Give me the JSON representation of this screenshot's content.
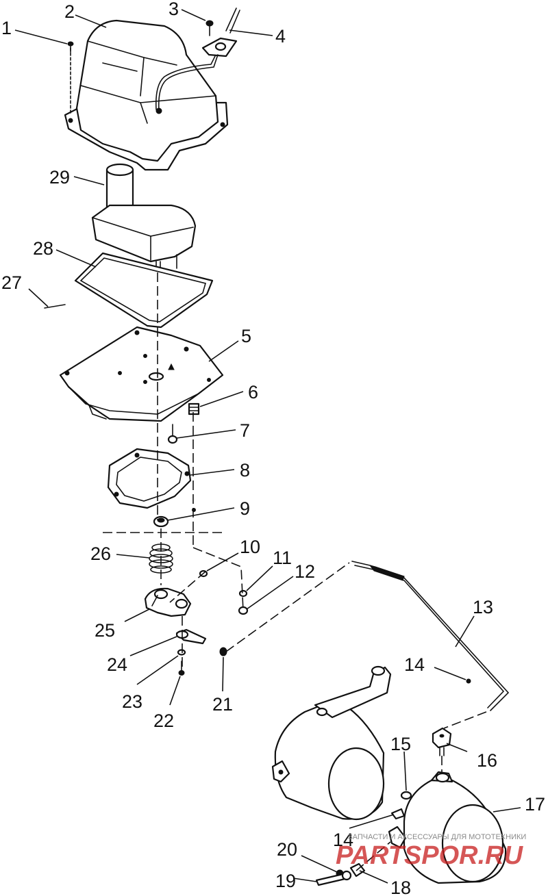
{
  "callouts": {
    "c1": "1",
    "c2": "2",
    "c3": "3",
    "c4": "4",
    "c5": "5",
    "c6": "6",
    "c7": "7",
    "c8": "8",
    "c9": "9",
    "c10": "10",
    "c11": "11",
    "c12": "12",
    "c13": "13",
    "c14a": "14",
    "c14b": "14",
    "c15": "15",
    "c16": "16",
    "c17": "17",
    "c18": "18",
    "c19": "19",
    "c20": "20",
    "c21": "21",
    "c22": "22",
    "c23": "23",
    "c24": "24",
    "c25": "25",
    "c26": "26",
    "c27": "27",
    "c28": "28",
    "c29": "29"
  },
  "watermark": {
    "caption": "ЗАПЧАСТИ И АКСЕССУАРЫ ДЛЯ МОТОТЕХНИКИ",
    "logo": "PARTSPOR.RU"
  },
  "colors": {
    "line": "#111111",
    "background": "#ffffff",
    "watermark": "#c81e1e"
  }
}
